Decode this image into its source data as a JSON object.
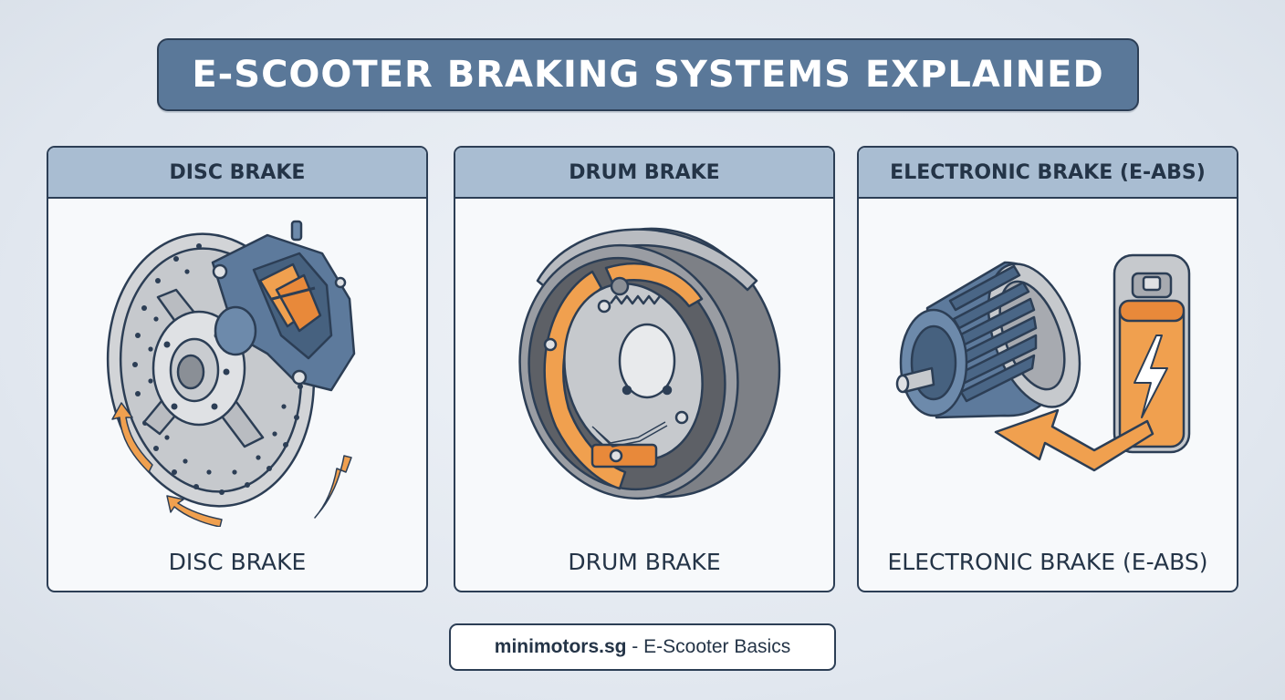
{
  "title": "E-SCOOTER BRAKING SYSTEMS EXPLAINED",
  "cards": [
    {
      "header": "DISC BRAKE",
      "caption": "DISC BRAKE",
      "illustration": "disc-brake-icon"
    },
    {
      "header": "DRUM BRAKE",
      "caption": "DRUM BRAKE",
      "illustration": "drum-brake-icon"
    },
    {
      "header": "ELECTRONIC BRAKE (E-ABS)",
      "caption": "ELECTRONIC BRAKE (E-ABS)",
      "illustration": "motor-battery-regen-icon"
    }
  ],
  "footer": {
    "brand": "minimotors.sg",
    "text": " - E-Scooter Basics"
  },
  "colors": {
    "banner": "#5a7899",
    "header": "#a9bdd2",
    "outline": "#2c3e55",
    "accent_orange": "#f0a04f",
    "metal_blue": "#5d7a9c"
  }
}
